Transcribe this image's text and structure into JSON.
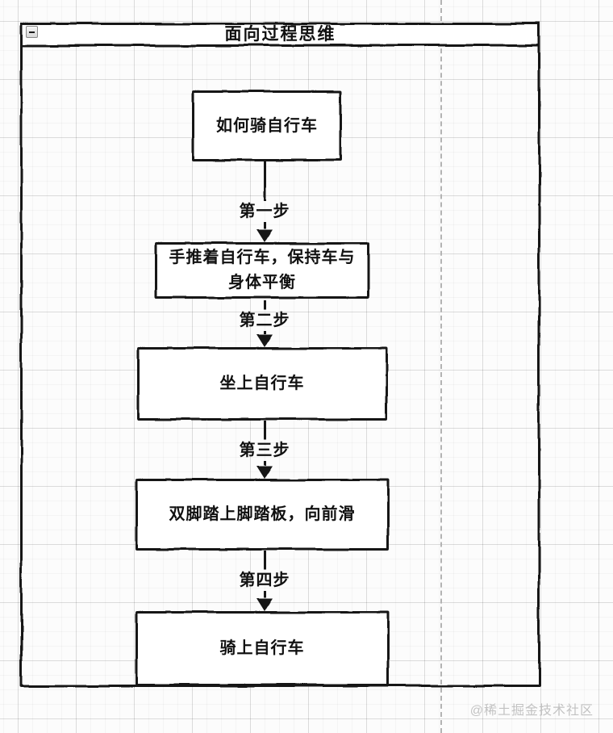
{
  "page": {
    "watermark": "@稀土掘金技术社区"
  },
  "colors": {
    "stroke": "#161616",
    "node_fill": "#ffffff",
    "canvas_background": "#fcfcfc",
    "grid_major": "#e4e4e4",
    "grid_minor": "#f4f4f4",
    "page_boundary": "#b3b3b3",
    "watermark_text": "#c2c2c2"
  },
  "container": {
    "title": "面向过程思维",
    "collapse_icon": "minus-icon"
  },
  "flow": {
    "nodes": [
      {
        "label": "如何骑自行车"
      },
      {
        "label": "手推着自行车，保持车与身体平衡"
      },
      {
        "label": "坐上自行车"
      },
      {
        "label": "双脚踏上脚踏板，向前滑"
      },
      {
        "label": "骑上自行车"
      }
    ],
    "edges": [
      {
        "label": "第一步"
      },
      {
        "label": "第二步"
      },
      {
        "label": "第三步"
      },
      {
        "label": "第四步"
      }
    ]
  }
}
